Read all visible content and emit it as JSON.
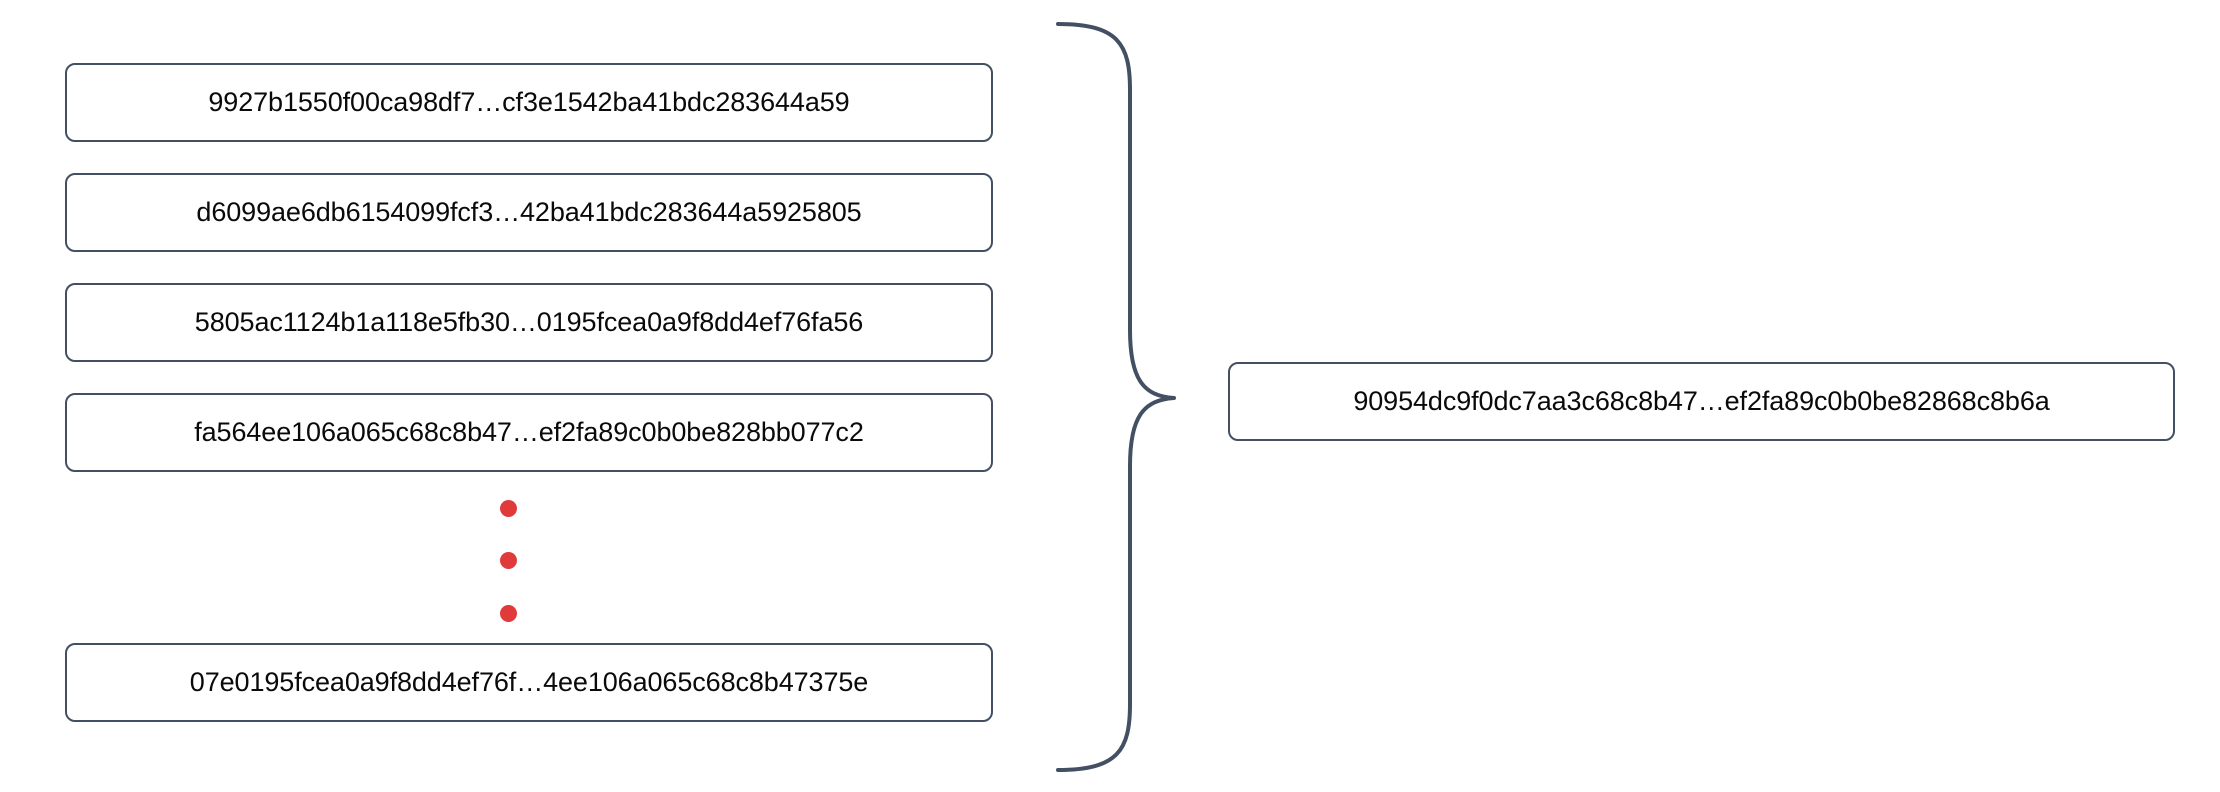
{
  "diagram": {
    "type": "aggregation-brace",
    "title": "",
    "colors": {
      "box_border": "#434f63",
      "box_fill": "#ffffff",
      "text": "#0a0a0a",
      "brace": "#434f63",
      "ellipsis_dot": "#e03b3b",
      "background": "#ffffff"
    },
    "inputs": [
      {
        "id": "input-hash-1",
        "text": "9927b1550f00ca98df7…cf3e1542ba41bdc283644a59"
      },
      {
        "id": "input-hash-2",
        "text": "d6099ae6db6154099fcf3…42ba41bdc283644a5925805"
      },
      {
        "id": "input-hash-3",
        "text": "5805ac1124b1a118e5fb30…0195fcea0a9f8dd4ef76fa56"
      },
      {
        "id": "input-hash-4",
        "text": "fa564ee106a065c68c8b47…ef2fa89c0b0be828bb077c2"
      },
      {
        "id": "input-hash-last",
        "text": "07e0195fcea0a9f8dd4ef76f…4ee106a065c68c8b47375e"
      }
    ],
    "ellipsis": {
      "name": "vertical-ellipsis",
      "dot_count": 3,
      "glyph": "•"
    },
    "brace": {
      "name": "right-pointing-curly-brace",
      "orientation": "right",
      "glyph": "}"
    },
    "output": {
      "id": "output-hash",
      "text": "90954dc9f0dc7aa3c68c8b47…ef2fa89c0b0be82868c8b6a"
    }
  }
}
